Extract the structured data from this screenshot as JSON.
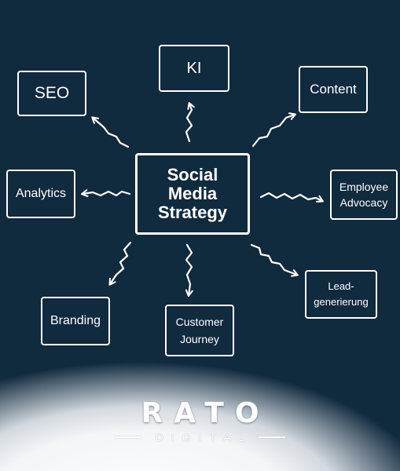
{
  "center": {
    "label": "Social\nMedia\nStrategy"
  },
  "nodes": [
    {
      "id": "ki",
      "label": "KI"
    },
    {
      "id": "seo",
      "label": "SEO"
    },
    {
      "id": "content",
      "label": "Content"
    },
    {
      "id": "analytics",
      "label": "Analytics"
    },
    {
      "id": "employee-advocacy",
      "label": "Employee\nAdvocacy"
    },
    {
      "id": "branding",
      "label": "Branding"
    },
    {
      "id": "customer-journey",
      "label": "Customer\nJourney"
    },
    {
      "id": "leadgenerierung",
      "label": "Lead-\ngenerierung"
    }
  ],
  "logo": {
    "main": "RATO",
    "sub": "DIGITAL"
  },
  "colors": {
    "background": "#102a3e",
    "ink": "#ffffff"
  }
}
